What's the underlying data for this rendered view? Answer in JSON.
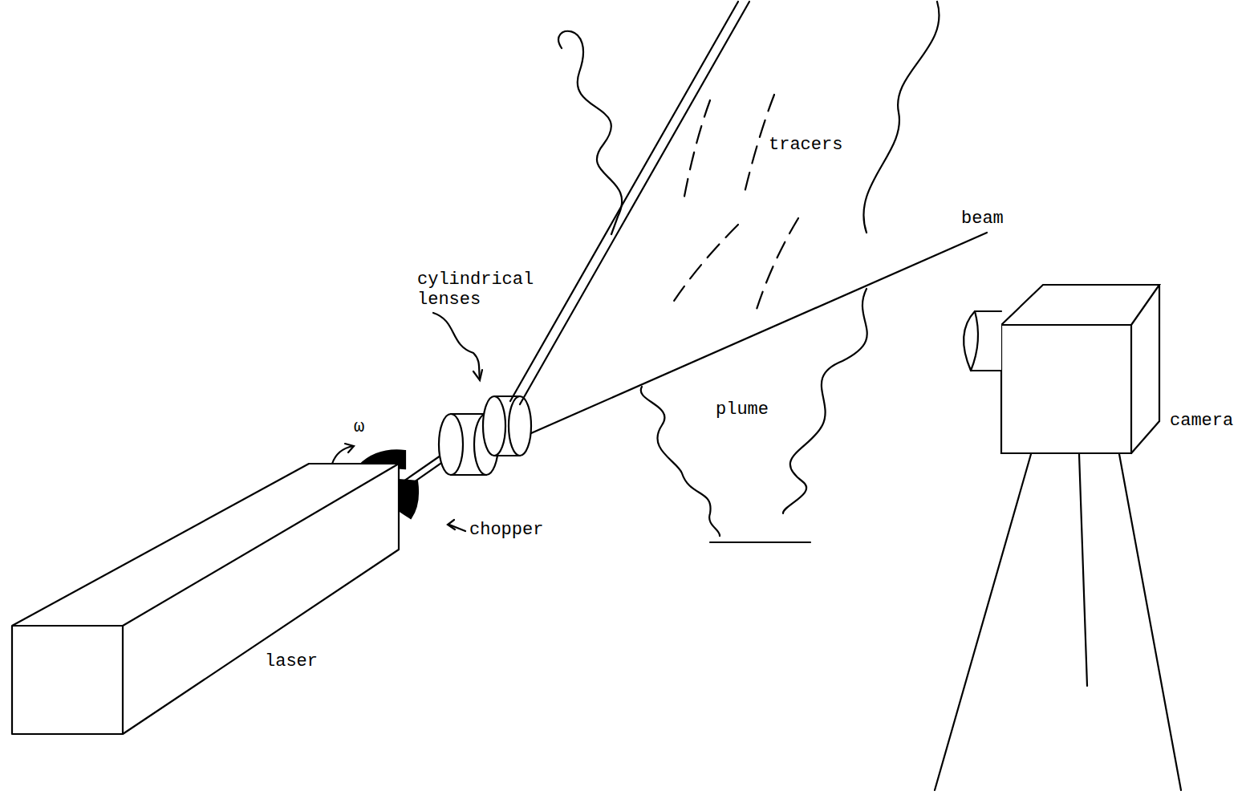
{
  "diagram": {
    "nodes": [
      {
        "text": [
          "laser"
        ]
      }
    ],
    "labels": [
      "tracers",
      "beam",
      "cylindrical lenses",
      "plume",
      "camera",
      "ω",
      "chopper"
    ]
  }
}
